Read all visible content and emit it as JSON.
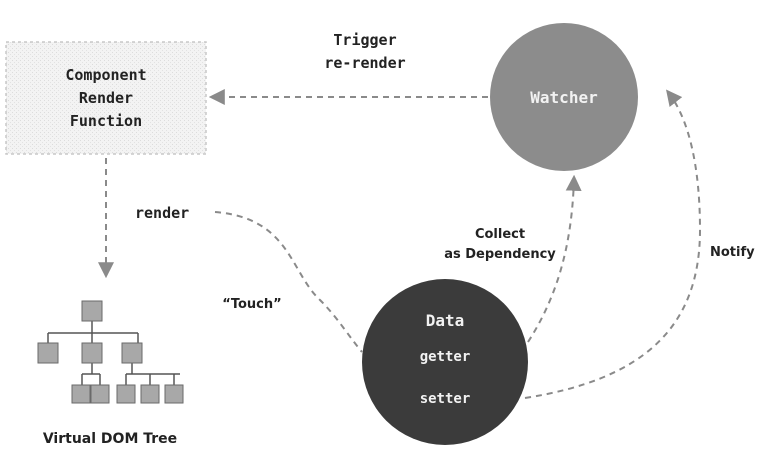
{
  "component_box": {
    "label_lines": [
      "Component",
      "Render",
      "Function"
    ]
  },
  "watcher": {
    "label": "Watcher"
  },
  "data_node": {
    "title": "Data",
    "getter_label": "getter",
    "setter_label": "setter"
  },
  "edges": {
    "trigger_label_lines": [
      "Trigger",
      "re-render"
    ],
    "render_label": "render",
    "touch_label": "“Touch”",
    "collect_label_lines": [
      "Collect",
      "as Dependency"
    ],
    "notify_label": "Notify"
  },
  "vdom": {
    "caption": "Virtual DOM Tree"
  },
  "colors": {
    "box_fill": "#f3f3f3",
    "box_border": "#c8c8c8",
    "watcher_fill": "#8c8c8c",
    "data_fill": "#3b3b3b",
    "arrow": "#8a8a8a",
    "text_dark": "#222222",
    "node_fill": "#a8a8a8"
  }
}
